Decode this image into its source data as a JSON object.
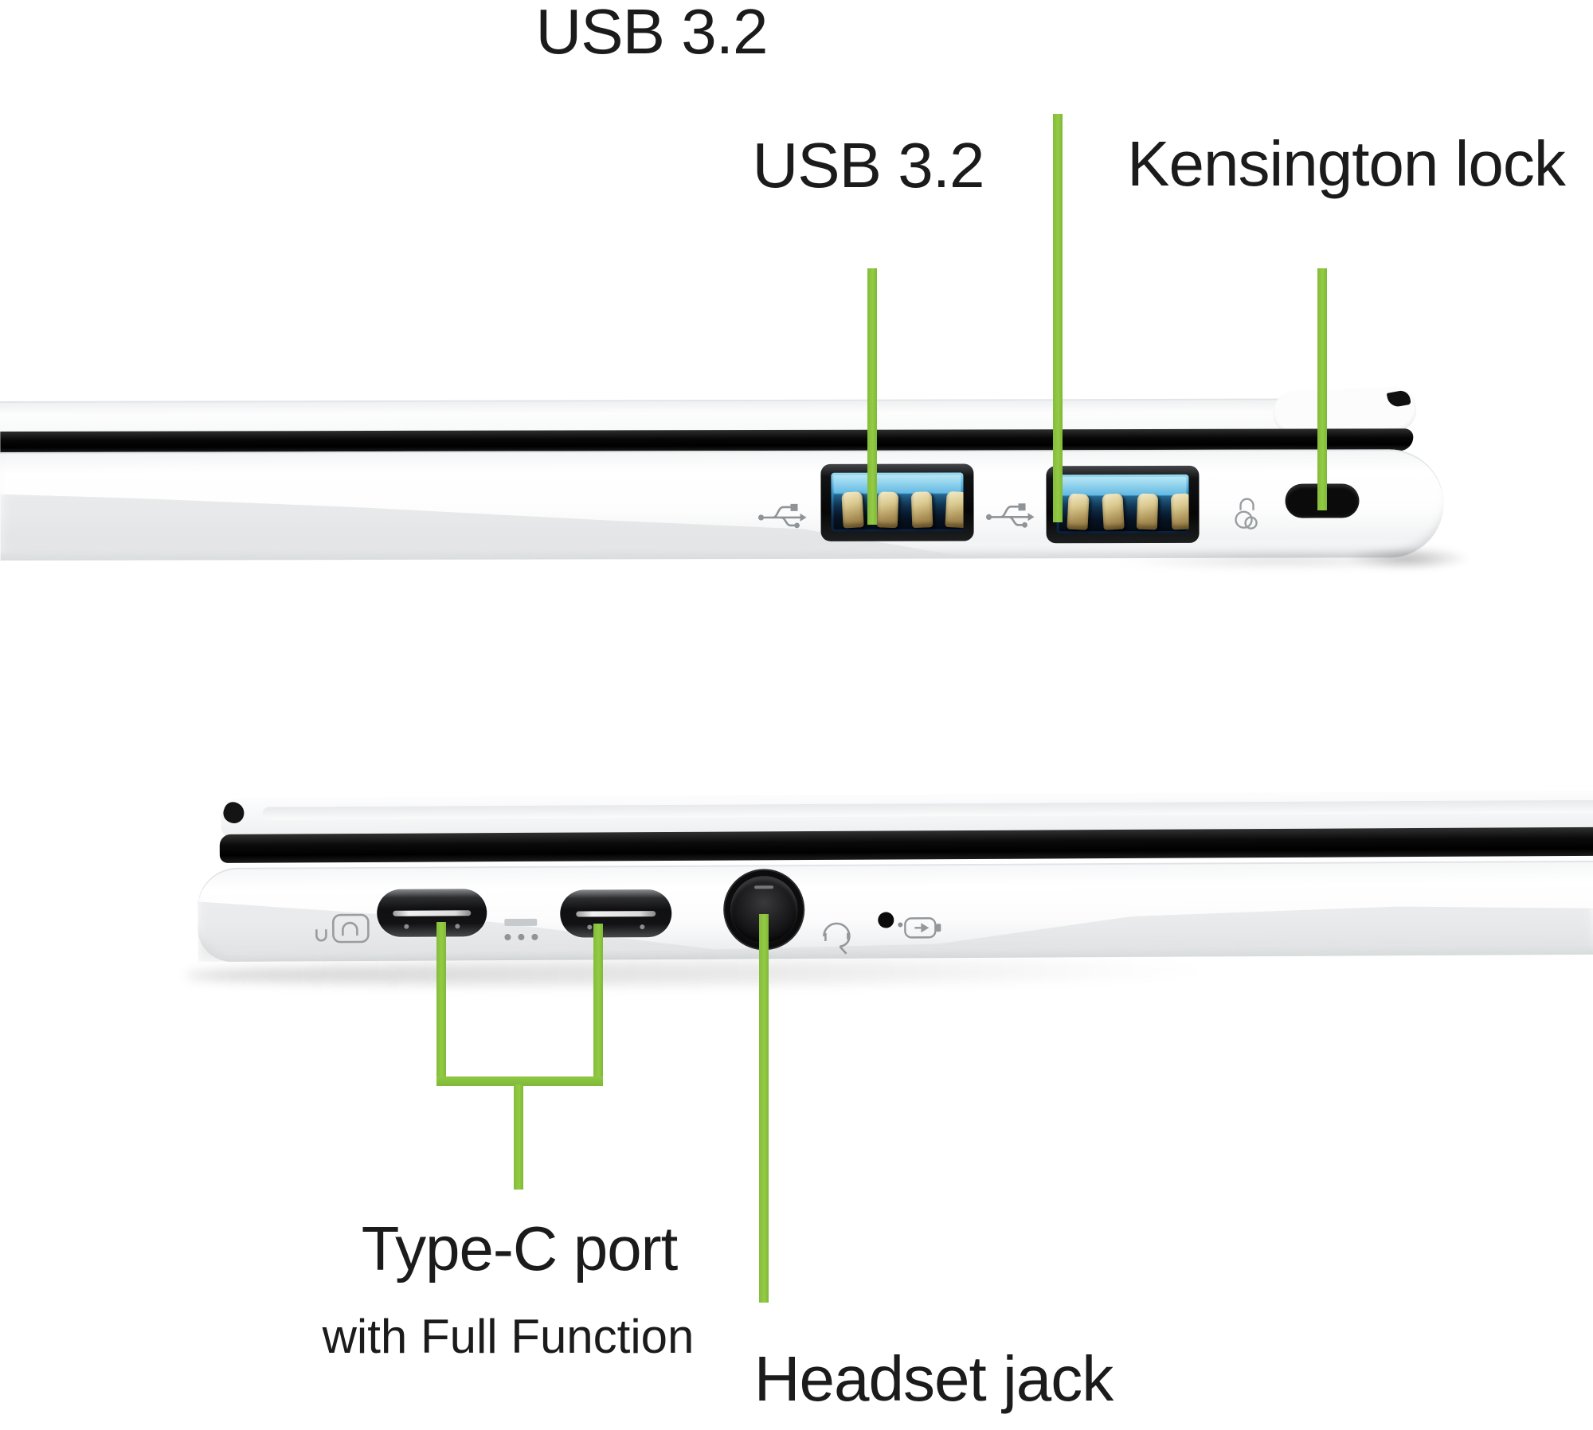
{
  "title": "Laptop side views port diagram",
  "colors": {
    "accent_green": "#8bc43e",
    "usb_port_blue": "#2f84b6",
    "body_white": "#ffffff",
    "port_black": "#0b0b0c",
    "icon_gray": "#8f9498",
    "text": "#1b1b1b"
  },
  "labels": {
    "usb_top": "USB 3.2",
    "usb_side": "USB 3.2",
    "kensington": "Kensington lock",
    "type_c": "Type-C port",
    "type_c_sub": "with Full Function",
    "headset": "Headset jack"
  },
  "views": {
    "right_side": {
      "ports": [
        {
          "name": "usb-a-port-1",
          "label": "USB 3.2"
        },
        {
          "name": "usb-a-port-2",
          "label": "USB 3.2"
        },
        {
          "name": "kensington-lock-slot",
          "label": "Kensington lock"
        }
      ],
      "icons": [
        "usb-icon",
        "usb-icon",
        "kensington-lock-icon"
      ]
    },
    "left_side": {
      "ports": [
        {
          "name": "usb-c-port-1",
          "label": "Type-C port with Full Function"
        },
        {
          "name": "usb-c-port-2",
          "label": "Type-C port with Full Function"
        },
        {
          "name": "headset-jack-port",
          "label": "Headset jack"
        }
      ],
      "icons": [
        "usb-c-displayport-icon",
        "dc-in-icon",
        "headset-icon",
        "microphone-hole",
        "battery-indicator-icon"
      ]
    }
  }
}
